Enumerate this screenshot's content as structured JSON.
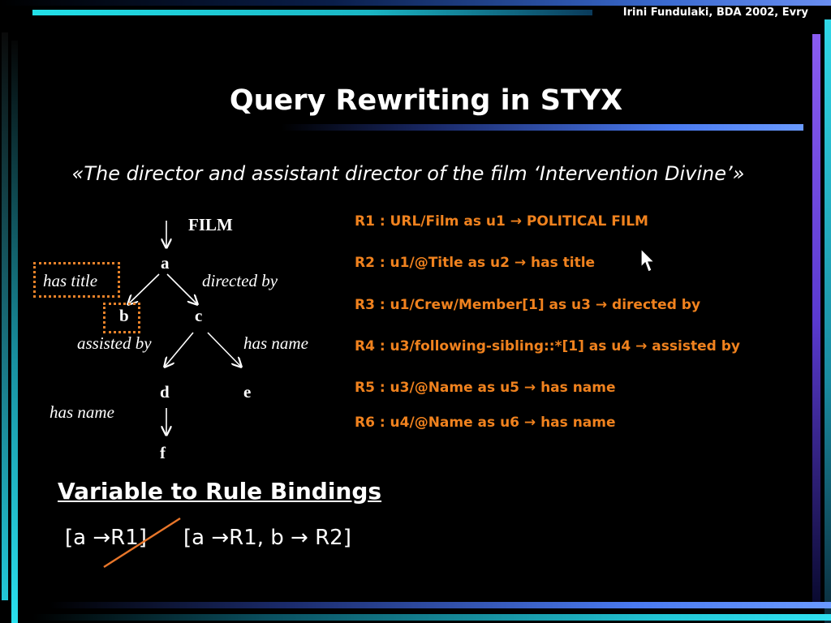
{
  "header": {
    "credit": "Irini Fundulaki, BDA 2002, Evry"
  },
  "slide": {
    "title": "Query Rewriting in STYX",
    "quote": "«The director and assistant director of the film ‘Intervention Divine’»"
  },
  "tree": {
    "root_label": "FILM",
    "nodes": {
      "a": "a",
      "b": "b",
      "c": "c",
      "d": "d",
      "e": "e",
      "f": "f"
    },
    "edges": {
      "has_title": "has title",
      "directed_by": "directed by",
      "assisted_by": "assisted by",
      "has_name_ce": "has name",
      "has_name_df": "has name"
    }
  },
  "rules": [
    "R1 : URL/Film as u1 → POLITICAL FILM",
    "R2 : u1/@Title as u2 → has title",
    "R3 : u1/Crew/Member[1] as u3 → directed by",
    "R4 : u3/following-sibling::*[1] as u4 → assisted by",
    "R5 : u3/@Name as u5 → has name",
    "R6 : u4/@Name as u6 → has name"
  ],
  "bindings": {
    "heading": "Variable to Rule Bindings",
    "struck": "[a →R1]",
    "current": "[a →R1, b → R2]"
  },
  "colors": {
    "background": "#000000",
    "text": "#ffffff",
    "rule_text": "#f0821e",
    "highlight_box": "#e8822a",
    "strike_line": "#e8762a"
  }
}
